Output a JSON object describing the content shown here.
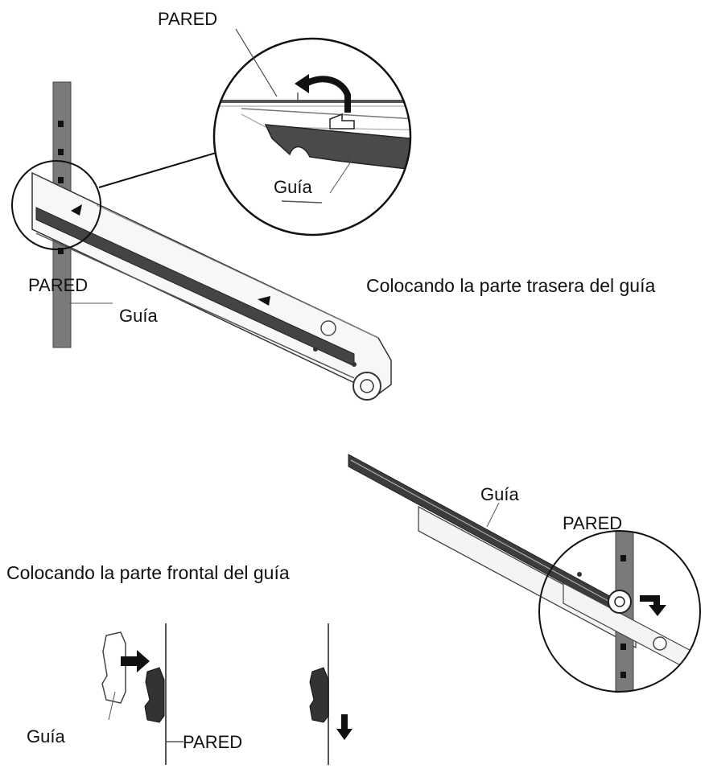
{
  "labels": {
    "zoom_top_wall": "PARED",
    "zoom_top_rail": "Guía",
    "rear_wall": "PARED",
    "rear_rail": "Guía",
    "front_rail": "Guía",
    "front_wall": "PARED",
    "bottom_rail": "Guía",
    "bottom_wall": "PARED"
  },
  "captions": {
    "rear": "Colocando la parte trasera del guía",
    "front": "Colocando la parte frontal del guía"
  },
  "colors": {
    "line": "#333333",
    "rail_dark": "#444444",
    "post": "#7a7a7a",
    "arrow": "#111111"
  }
}
